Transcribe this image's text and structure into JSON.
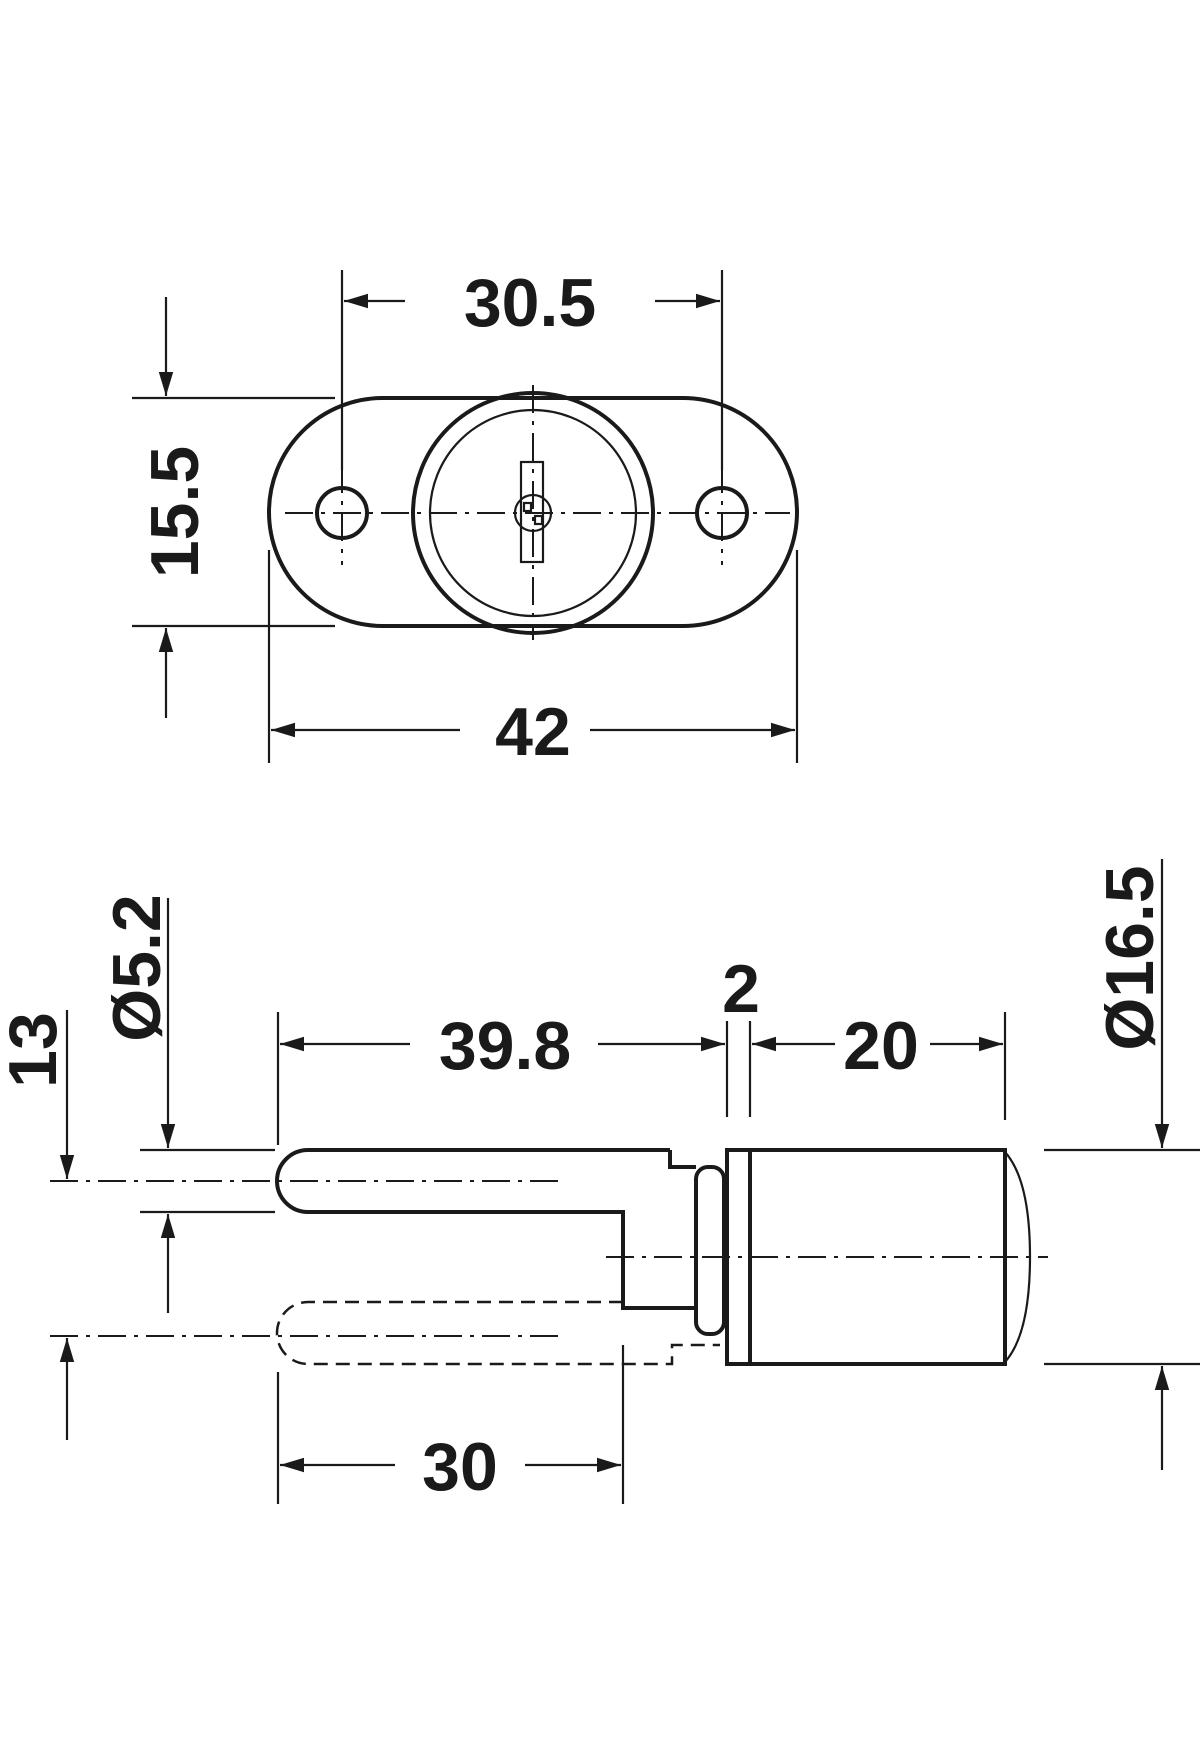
{
  "top_view": {
    "width_between_holes": "30.5",
    "height": "15.5",
    "overall_length": "42"
  },
  "side_view": {
    "offset": "13",
    "bolt_diameter": "Ø5.2",
    "bolt_length": "39.8",
    "collar": "2",
    "body_length": "20",
    "body_diameter": "Ø16.5",
    "stroke": "30"
  },
  "colors": {
    "line": "#1a1a1a",
    "background": "#ffffff"
  }
}
